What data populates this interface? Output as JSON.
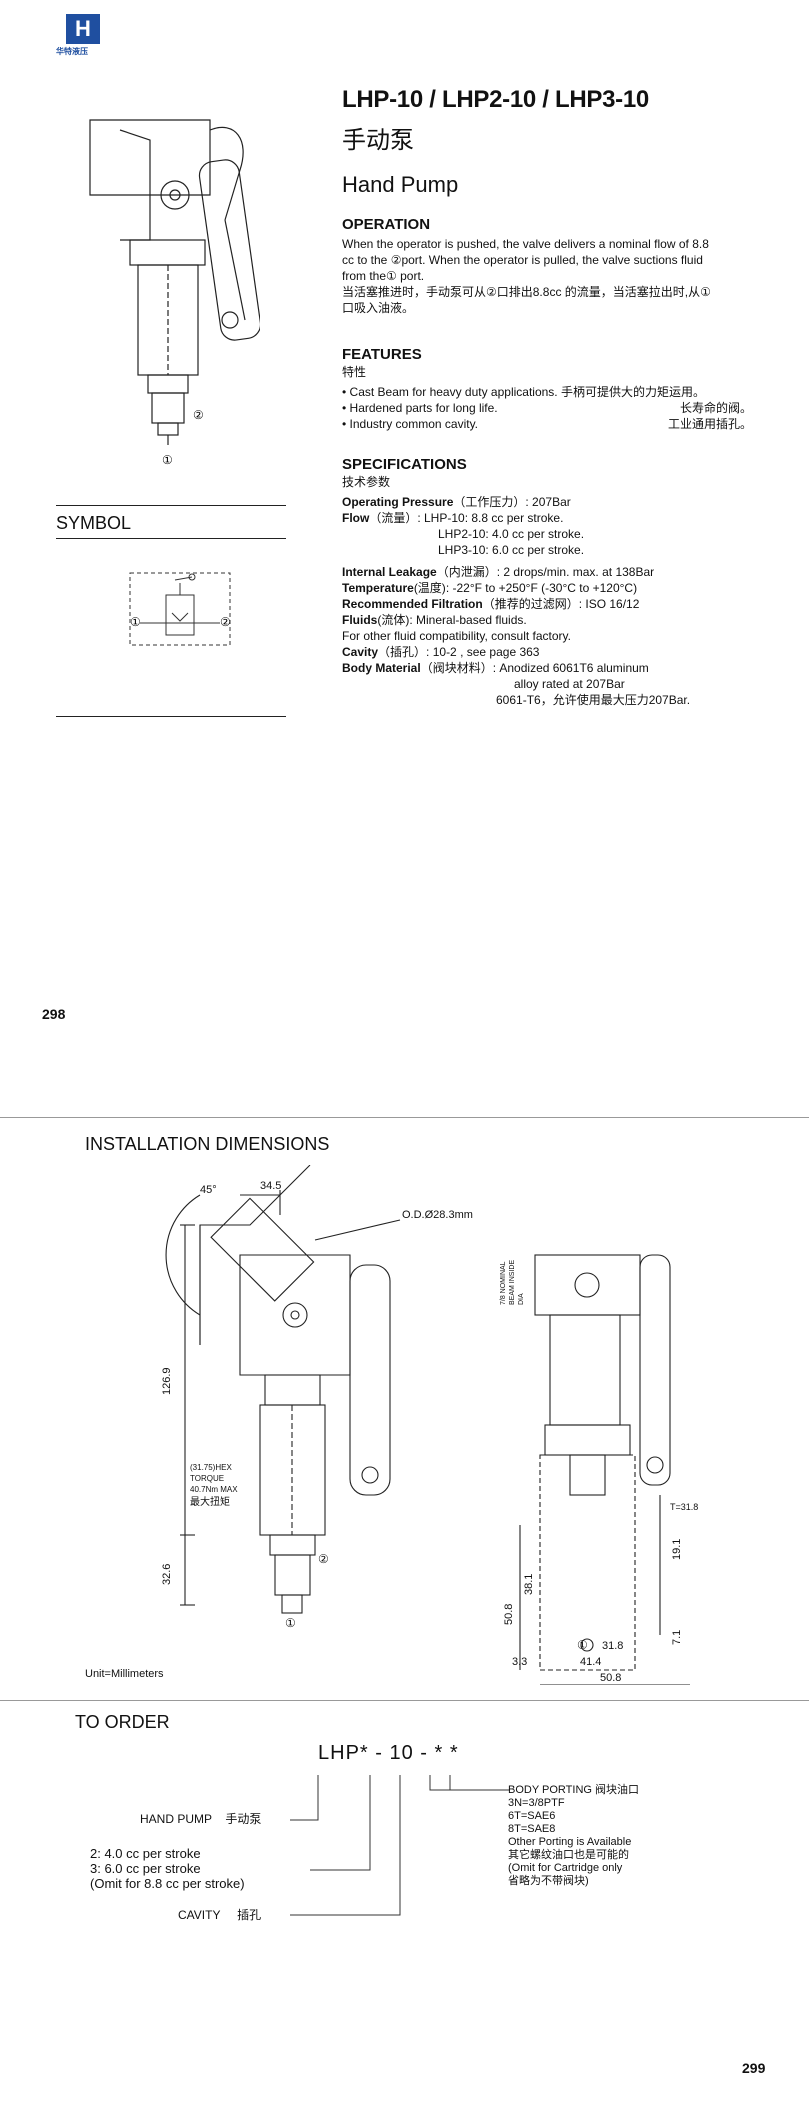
{
  "logo": {
    "mark": "H",
    "text": "华特液压"
  },
  "header": {
    "model": "LHP-10 / LHP2-10 / LHP3-10",
    "model_cn": "手动泵",
    "name": "Hand Pump"
  },
  "operation": {
    "heading": "OPERATION",
    "lines": [
      "When the operator is pushed, the valve delivers a nominal flow of 8.8",
      "cc to the ②port. When the operator is pulled, the valve suctions fluid",
      " from the① port.",
      "当活塞推进时，手动泵可从②口排出8.8cc 的流量，当活塞拉出时,从①",
      "口吸入油液。"
    ]
  },
  "features": {
    "heading": "FEATURES",
    "heading_cn": "特性",
    "items": [
      {
        "en": "• Cast Beam for heavy duty applications.",
        "cn": "手柄可提供大的力矩运用。"
      },
      {
        "en": "• Hardened parts for long life.",
        "cn": "长寿命的阀。"
      },
      {
        "en": "• Industry common cavity.",
        "cn": "工业通用插孔。"
      }
    ]
  },
  "specifications": {
    "heading": "SPECIFICATIONS",
    "heading_cn": "技术参数",
    "pressure_label": "Operating Pressure",
    "pressure_cn": "（工作压力）",
    "pressure_value": ": 207Bar",
    "flow_label": "Flow",
    "flow_cn": "（流量）",
    "flow_lines": [
      ": LHP-10: 8.8 cc per stroke.",
      "LHP2-10: 4.0 cc per stroke.",
      "LHP3-10: 6.0 cc per stroke."
    ],
    "leak_label": "Internal Leakage",
    "leak_cn": "（内泄漏）",
    "leak_value": ": 2 drops/min. max. at 138Bar",
    "temp_label": "Temperature",
    "temp_cn": "(温度)",
    "temp_value": ": -22°F to +250°F (-30°C to +120°C)",
    "filt_label": "Recommended Filtration",
    "filt_cn": "（推荐的过滤网）",
    "filt_value": ": ISO 16/12",
    "fluids_label": "Fluids",
    "fluids_cn": "(流体)",
    "fluids_value": ": Mineral-based fluids.",
    "fluids_line2": "For other fluid compatibility, consult factory.",
    "cavity_label": "Cavity",
    "cavity_cn": "（插孔）",
    "cavity_value": ": 10-2 , see page  363",
    "body_label": "Body Material",
    "body_cn": "（阀块材料）",
    "body_value": ": Anodized 6061T6 aluminum",
    "body_line2": "alloy rated at 207Bar",
    "body_line3": "6061-T6，允许使用最大压力207Bar."
  },
  "symbol": {
    "title": "SYMBOL",
    "port1": "①",
    "port2": "②"
  },
  "page_left": "298",
  "page_right": "299",
  "installation": {
    "title": "INSTALLATION DIMENSIONS",
    "unit": "Unit=Millimeters",
    "dims": {
      "angle": "45°",
      "d345": "34.5",
      "od": "O.D.Ø28.3mm",
      "d1269": "126.9",
      "hex": "(31.75)HEX",
      "torque": "TORQUE",
      "torque_val": "40.7Nm MAX",
      "torque_cn": "最大扭矩",
      "d326": "32.6",
      "beam1": "7/8 NOMINAL",
      "beam2": "BEAM INSIDE",
      "beam3": "DIA",
      "t318": "T=31.8",
      "d191": "19.1",
      "d508v": "50.8",
      "d381": "38.1",
      "d71": "7.1",
      "d33": "3.3",
      "d318": "31.8",
      "d414": "41.4",
      "d508h": "50.8",
      "p1": "①",
      "p2": "②"
    }
  },
  "order": {
    "title": "TO  ORDER",
    "code": "LHP* - 10 - * *",
    "hand_pump": "HAND PUMP",
    "hand_pump_cn": "手动泵",
    "options": [
      "2:         4.0 cc per stroke",
      "3:         6.0 cc per stroke",
      "(Omit for 8.8  cc per stroke)"
    ],
    "cavity": "CAVITY",
    "cavity_cn": "插孔",
    "porting": [
      "BODY PORTING 阀块油口",
      "3N=3/8PTF",
      "6T=SAE6",
      "8T=SAE8",
      "Other Porting is Available",
      "其它螺纹油口也是可能的",
      "(Omit for Cartridge only",
      " 省略为不带阀块)"
    ]
  }
}
